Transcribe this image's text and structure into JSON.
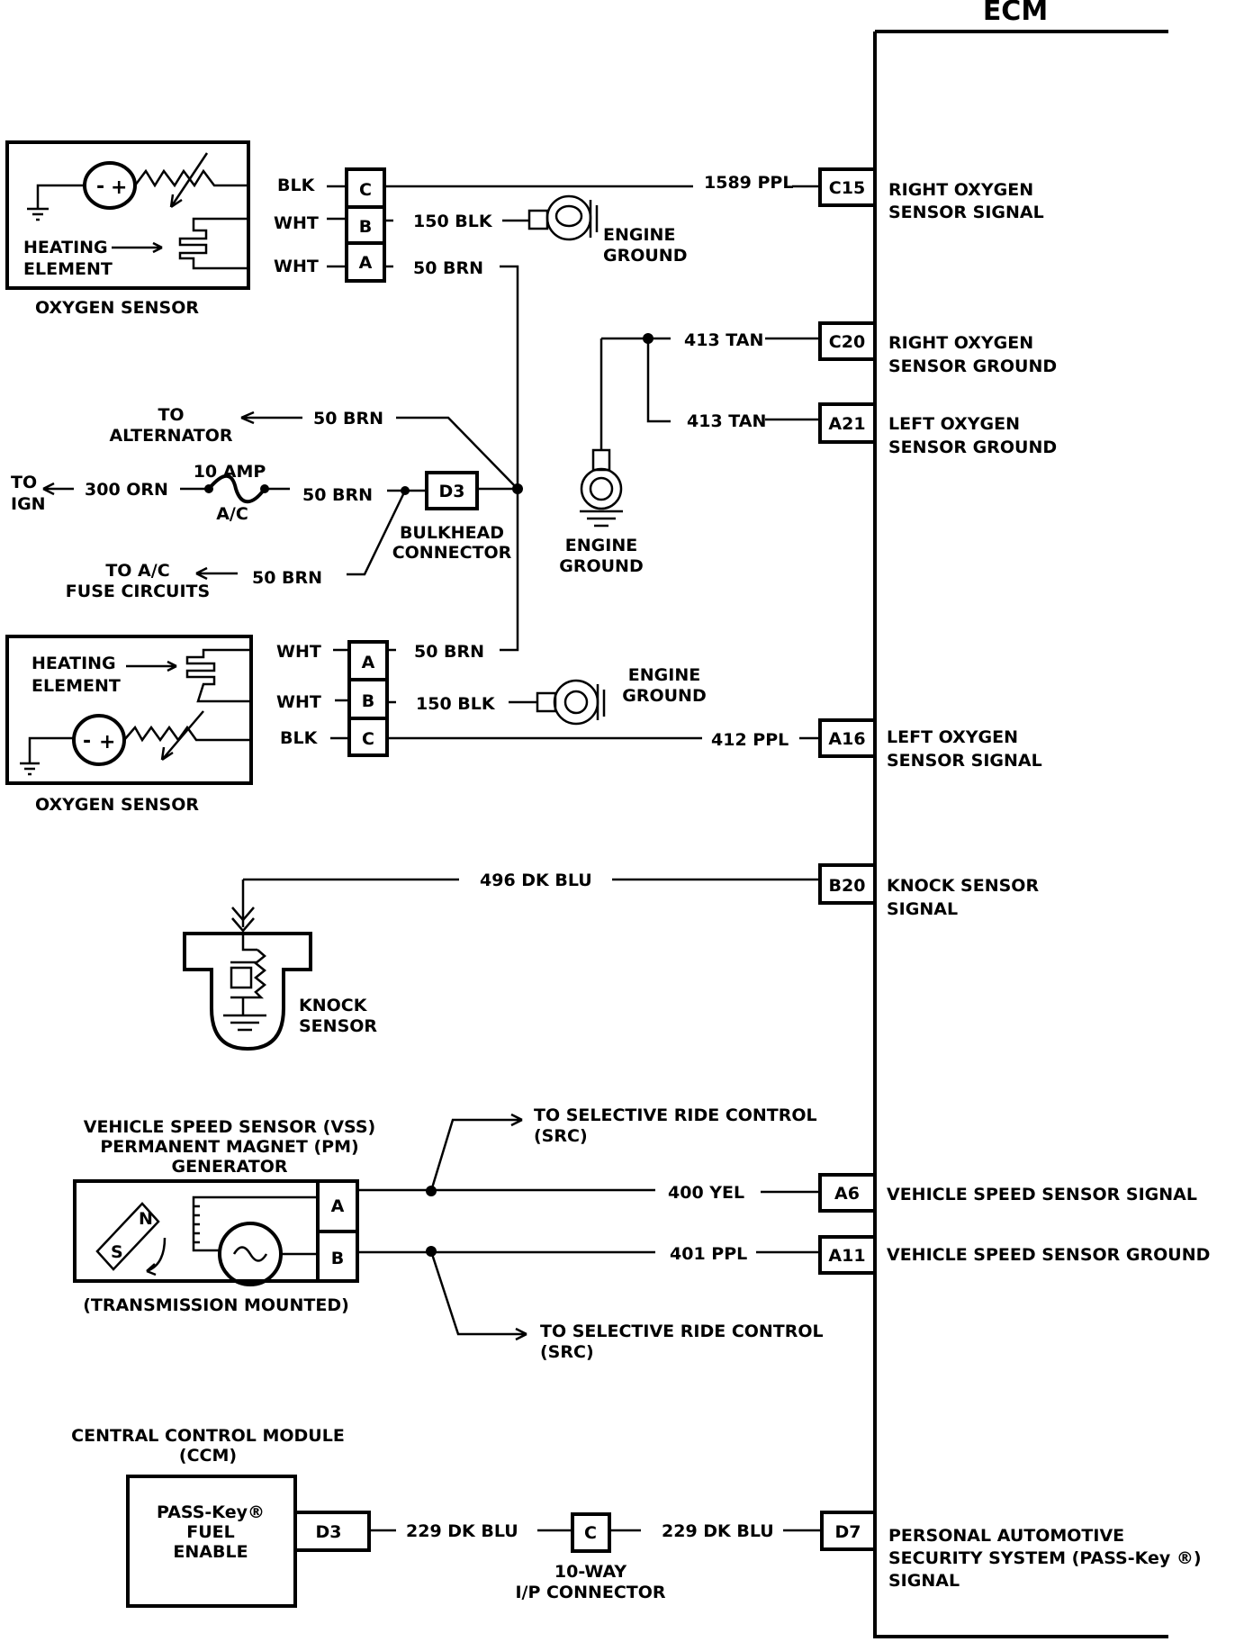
{
  "ecm": {
    "title": "ECM",
    "pins": [
      {
        "id": "C15",
        "desc": [
          "RIGHT OXYGEN",
          "SENSOR SIGNAL"
        ]
      },
      {
        "id": "C20",
        "desc": [
          "RIGHT OXYGEN",
          "SENSOR GROUND"
        ]
      },
      {
        "id": "A21",
        "desc": [
          "LEFT OXYGEN",
          "SENSOR GROUND"
        ]
      },
      {
        "id": "A16",
        "desc": [
          "LEFT OXYGEN",
          "SENSOR SIGNAL"
        ]
      },
      {
        "id": "B20",
        "desc": [
          "KNOCK SENSOR",
          "SIGNAL"
        ]
      },
      {
        "id": "A6",
        "desc": [
          "VEHICLE SPEED SENSOR SIGNAL"
        ]
      },
      {
        "id": "A11",
        "desc": [
          "VEHICLE SPEED SENSOR GROUND"
        ]
      },
      {
        "id": "D7",
        "desc": [
          "PERSONAL AUTOMOTIVE",
          "SECURITY SYSTEM (PASS-Key ®)",
          "SIGNAL"
        ]
      }
    ]
  },
  "right_o2": {
    "name": "OXYGEN SENSOR",
    "heating_label": [
      "HEATING",
      "ELEMENT"
    ],
    "pins": [
      {
        "wire_color": "BLK",
        "pin": "C",
        "circuit": "1589 PPL"
      },
      {
        "wire_color": "WHT",
        "pin": "B",
        "circuit": "150 BLK"
      },
      {
        "wire_color": "WHT",
        "pin": "A",
        "circuit": "50 BRN"
      }
    ],
    "ground_label": [
      "ENGINE",
      "GROUND"
    ]
  },
  "o2_ground": {
    "circuit_c20": "413 TAN",
    "circuit_a21": "413 TAN",
    "ground_label": [
      "ENGINE",
      "GROUND"
    ]
  },
  "power_feed": {
    "to_alternator": [
      "TO",
      "ALTERNATOR"
    ],
    "alt_circuit": "50 BRN",
    "to_ign": [
      "TO",
      "IGN"
    ],
    "ign_circuit": "300 ORN",
    "fuse_rating": "10 AMP",
    "fuse_name": "A/C",
    "fuse_out_circuit": "50 BRN",
    "bulkhead_pin": "D3",
    "bulkhead_label": [
      "BULKHEAD",
      "CONNECTOR"
    ],
    "to_ac": [
      "TO A/C",
      "FUSE CIRCUITS"
    ],
    "ac_circuit": "50 BRN"
  },
  "left_o2": {
    "name": "OXYGEN SENSOR",
    "heating_label": [
      "HEATING",
      "ELEMENT"
    ],
    "pins": [
      {
        "wire_color": "WHT",
        "pin": "A",
        "circuit": "50 BRN"
      },
      {
        "wire_color": "WHT",
        "pin": "B",
        "circuit": "150 BLK"
      },
      {
        "wire_color": "BLK",
        "pin": "C",
        "circuit": "412 PPL"
      }
    ],
    "ground_label": [
      "ENGINE",
      "GROUND"
    ]
  },
  "knock": {
    "circuit": "496 DK BLU",
    "label": [
      "KNOCK",
      "SENSOR"
    ]
  },
  "vss": {
    "title": [
      "VEHICLE SPEED SENSOR (VSS)",
      "PERMANENT MAGNET (PM)",
      "GENERATOR"
    ],
    "pin_a": "A",
    "pin_b": "B",
    "magnet_n": "N",
    "magnet_s": "S",
    "circuit_a": "400 YEL",
    "circuit_b": "401 PPL",
    "src_top": [
      "TO SELECTIVE RIDE CONTROL",
      "(SRC)"
    ],
    "src_bottom": [
      "TO SELECTIVE RIDE CONTROL",
      "(SRC)"
    ],
    "mount_note": "(TRANSMISSION MOUNTED)"
  },
  "ccm": {
    "title": [
      "CENTRAL CONTROL MODULE",
      "(CCM)"
    ],
    "body": [
      "PASS-Key®",
      "FUEL",
      "ENABLE"
    ],
    "pin": "D3",
    "circuit_1": "229 DK BLU",
    "ip_pin": "C",
    "circuit_2": "229 DK BLU",
    "ip_label": [
      "10-WAY",
      "I/P CONNECTOR"
    ]
  }
}
